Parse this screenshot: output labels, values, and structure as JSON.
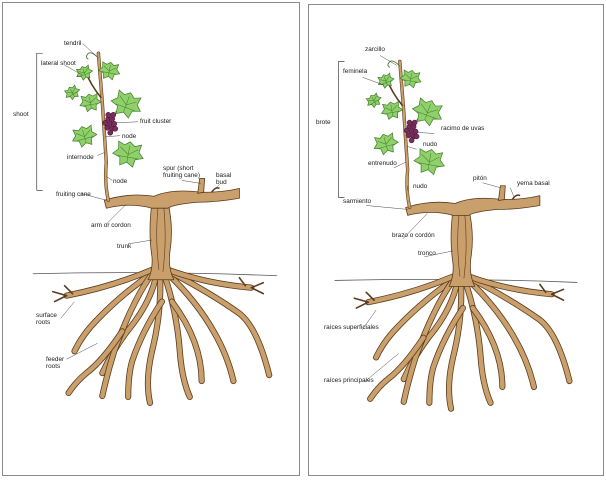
{
  "left": {
    "labels": {
      "tendril": "tendril",
      "lateral_shoot": "lateral shoot",
      "shoot": "shoot",
      "fruit_cluster": "fruit cluster",
      "node_upper": "node",
      "internode": "internode",
      "node_lower": "node",
      "spur": "spur (short fruiting cane)",
      "basal_bud": "basal bud",
      "fruiting_cane": "fruiting cane",
      "arm_or_cordon": "arm or cordon",
      "trunk": "trunk",
      "surface_roots": "surface roots",
      "feeder_roots": "feeder roots"
    }
  },
  "right": {
    "labels": {
      "tendril": "zarcillo",
      "lateral_shoot": "feminela",
      "shoot": "brote",
      "fruit_cluster": "racimo de uvas",
      "node_upper": "nudo",
      "internode": "entrenudo",
      "node_lower": "nudo",
      "spur": "pitón",
      "basal_bud": "yema basal",
      "fruiting_cane": "sarmiento",
      "arm_or_cordon": "brazo o cordón",
      "trunk": "tronco",
      "surface_roots": "raíces superficiales",
      "feeder_roots": "raíces principales"
    }
  },
  "colors": {
    "wood": "#c9a06b",
    "wood_dark": "#5a3a1c",
    "leaf": "#8fd06a",
    "leaf_dark": "#3f7a28",
    "grape": "#7a2c5a",
    "ground": "#555555"
  }
}
